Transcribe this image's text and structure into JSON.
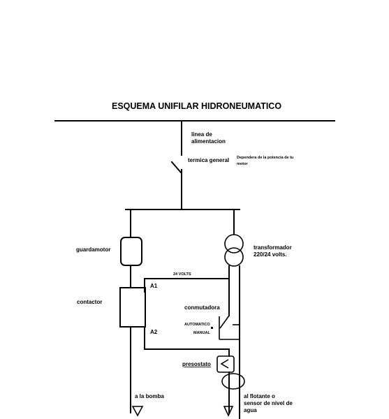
{
  "title": "ESQUEMA UNIFILAR HIDRONEUMATICO",
  "labels": {
    "linea": [
      "linea de",
      "alimentacion"
    ],
    "termica": "termica general",
    "depende": [
      "Dependera de la potencia de tu",
      "motor"
    ],
    "guardamotor": "guardamotor",
    "transformador": [
      "transformador",
      "220/24 volts."
    ],
    "volts": "24 VOLTS",
    "a1": "A1",
    "a2": "A2",
    "contactor": "contactor",
    "conmutadora": "conmutadora",
    "automatico": "AUTOMATICO",
    "manual": "MANUAL",
    "presostato": "presostato",
    "bomba": "a la bomba",
    "flotante": [
      "al flotante o",
      "sensor de nivel de",
      "agua"
    ]
  }
}
